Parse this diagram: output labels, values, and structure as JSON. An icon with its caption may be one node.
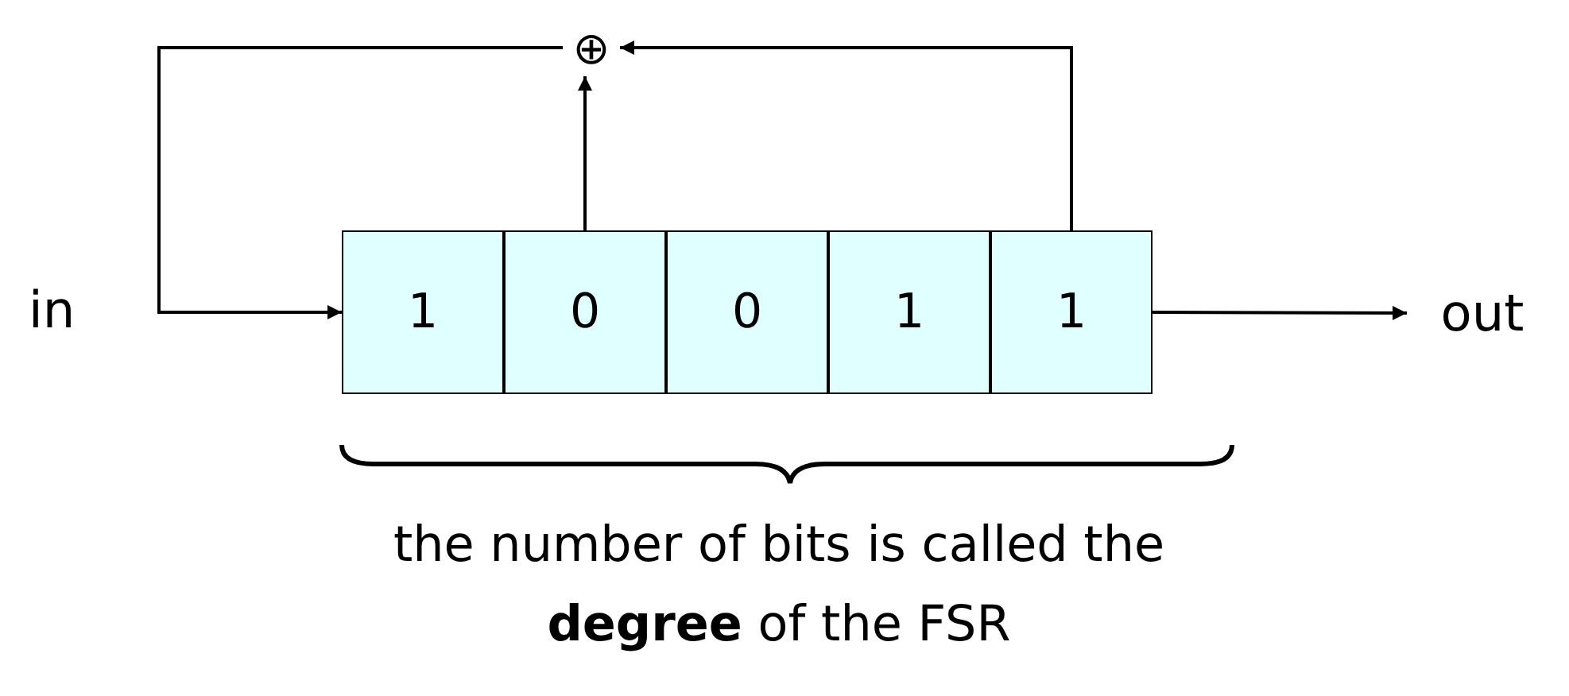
{
  "diagram": {
    "nodes": [
      {
        "text": [
          "⊕"
        ]
      },
      {
        "text": [
          "1"
        ]
      },
      {
        "text": [
          "0"
        ]
      },
      {
        "text": [
          "0"
        ]
      },
      {
        "text": [
          "1"
        ]
      },
      {
        "text": [
          "1"
        ]
      },
      {
        "text": [
          "out"
        ]
      }
    ],
    "edges": [
      {
        "from": 2,
        "to": 0,
        "arrow": "to"
      },
      {
        "from": 5,
        "to": 0,
        "arrow": "to"
      },
      {
        "from": 0,
        "to": 1,
        "arrow": "to"
      },
      {
        "from": 5,
        "to": 6,
        "arrow": "to"
      }
    ],
    "labels": [
      "in",
      "the number of bits is called the **degree** of the FSR"
    ]
  }
}
